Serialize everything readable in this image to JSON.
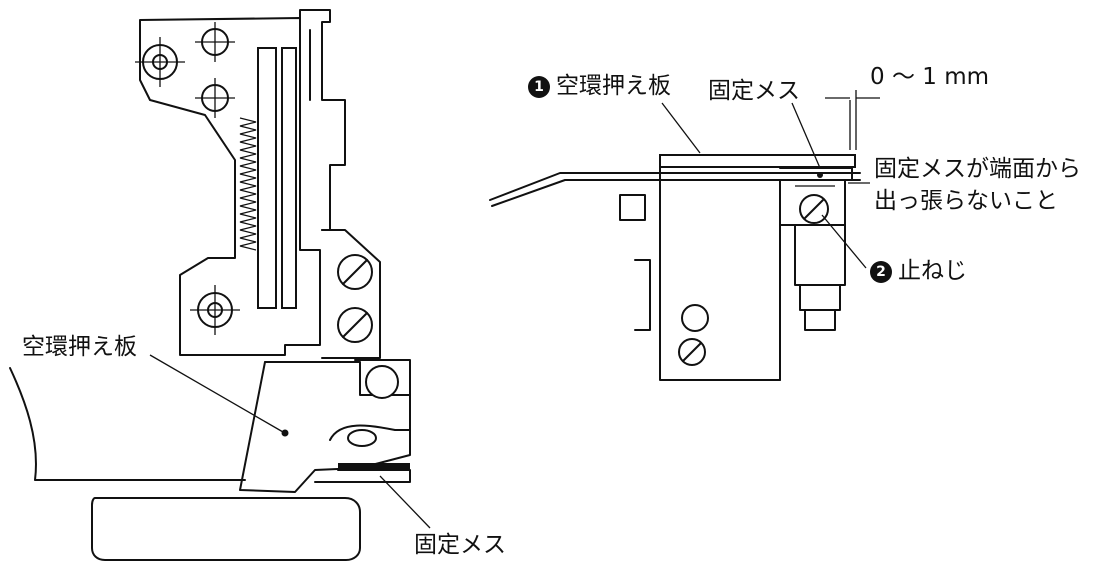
{
  "left_figure": {
    "label_looper_plate": "空環押え板",
    "label_fixed_knife": "固定メス"
  },
  "right_figure": {
    "label_looper_plate_num": "❶",
    "label_looper_plate": "空環押え板",
    "label_fixed_knife": "固定メス",
    "dimension": "0 ～ 1 mm",
    "note_line1": "固定メスが端面から",
    "note_line2": "出っ張らないこと",
    "label_set_screw_num": "❷",
    "label_set_screw": "止ねじ"
  }
}
